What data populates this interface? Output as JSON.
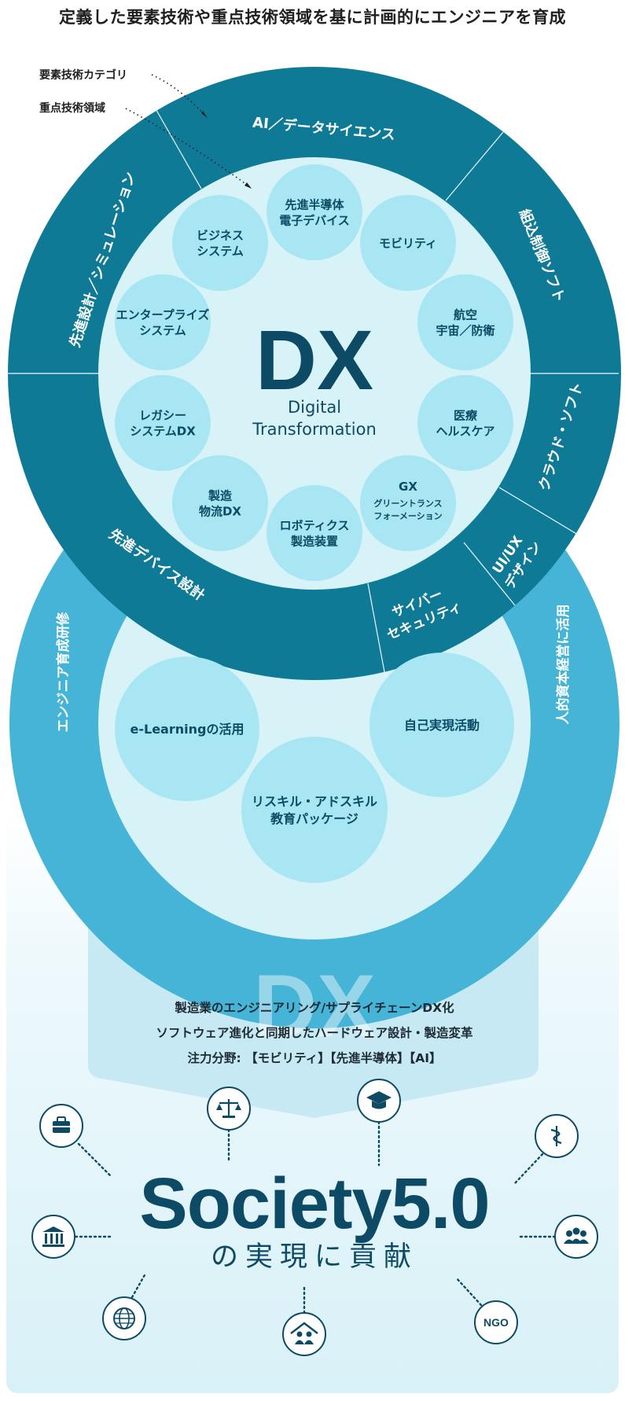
{
  "title": "定義した要素技術や重点技術領域を基に計画的にエンジニアを育成",
  "legend": {
    "category": "要素技術カテゴリ",
    "focus_area": "重点技術領域"
  },
  "dx_ring": {
    "segments": [
      "AI／データサイエンス",
      "組込制御ソフト",
      "クラウド・ソフト",
      "UI/UX\nデザイン",
      "サイバー\nセキュリティ",
      "先進デバイス設計",
      "先進設計／シミュレーション"
    ],
    "core_title": "DX",
    "core_subtitle": "Digital\nTransformation",
    "focus_areas": [
      "先進半導体\n電子デバイス",
      "モビリティ",
      "航空\n宇宙／防衛",
      "医療\nヘルスケア",
      "GX\nグリーントランス\nフォーメーション",
      "ロボティクス\n製造装置",
      "製造\n物流DX",
      "レガシー\nシステムDX",
      "エンタープライズ\nシステム",
      "ビジネス\nシステム"
    ]
  },
  "hr_ring": {
    "left_label": "エンジニア育成研修",
    "right_label": "人的資本経営に活用",
    "items": [
      "e-Learningの活用",
      "自己実現活動",
      "リスキル・アドスキル\n教育パッケージ"
    ]
  },
  "arrow": {
    "watermark": "DX",
    "lines": [
      "製造業のエンジニアリング/サプライチェーンDX化",
      "ソフトウェア進化と同期したハードウェア設計・製造変革",
      "注力分野: 【モビリティ】【先進半導体】【AI】"
    ]
  },
  "society": {
    "title": "Society5.0",
    "subtitle": "の実現に貢献",
    "icons": [
      "briefcase-icon",
      "scales-icon",
      "graduation-cap-icon",
      "caduceus-icon",
      "government-building-icon",
      "people-group-icon",
      "globe-icon",
      "house-family-icon",
      "ngo-icon"
    ],
    "ngo_label": "NGO"
  },
  "colors": {
    "outer_ring": "#0f7a96",
    "inner_ring": "#d8f3f8",
    "bubble": "#a9e6f3",
    "hr_ring": "#45b4d6",
    "dark_text": "#0d4a66",
    "society_bg": "#e2f4f9"
  }
}
